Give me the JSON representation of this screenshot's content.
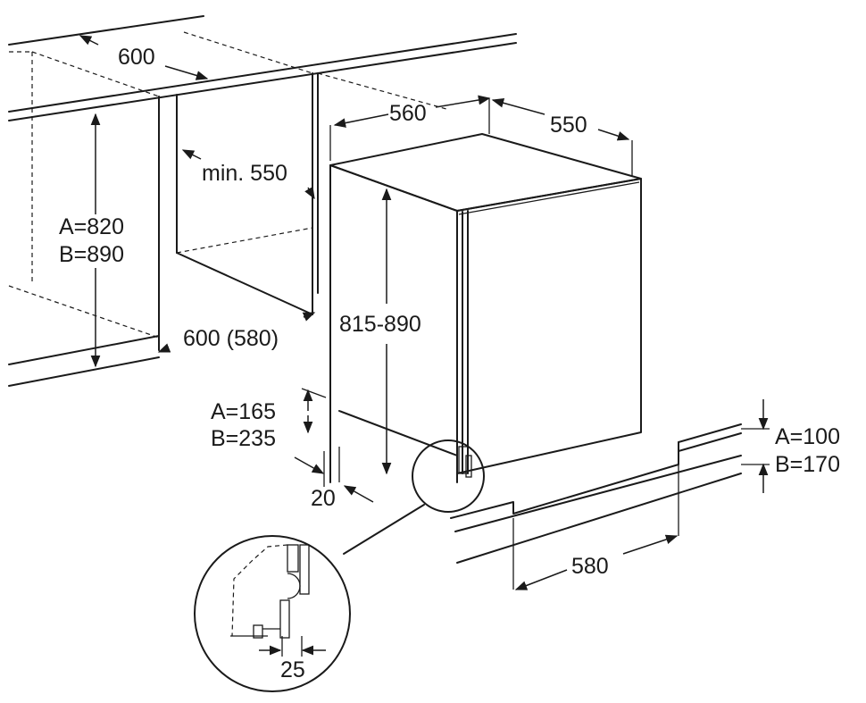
{
  "dimensions": {
    "niche_top_depth": "600",
    "cabinet_width": "560",
    "cabinet_depth": "550",
    "niche_min_depth": "min. 550",
    "niche_height_a": "A=820",
    "niche_height_b": "B=890",
    "cabinet_height": "815-890",
    "niche_width": "600 (580)",
    "plinth_height_a": "A=165",
    "plinth_height_b": "B=235",
    "door_gap": "20",
    "plinth_clearance_a": "A=100",
    "plinth_clearance_b": "B=170",
    "plinth_width": "580",
    "detail_offset": "25"
  },
  "colors": {
    "line": "#1a1a1a",
    "background": "#ffffff"
  }
}
